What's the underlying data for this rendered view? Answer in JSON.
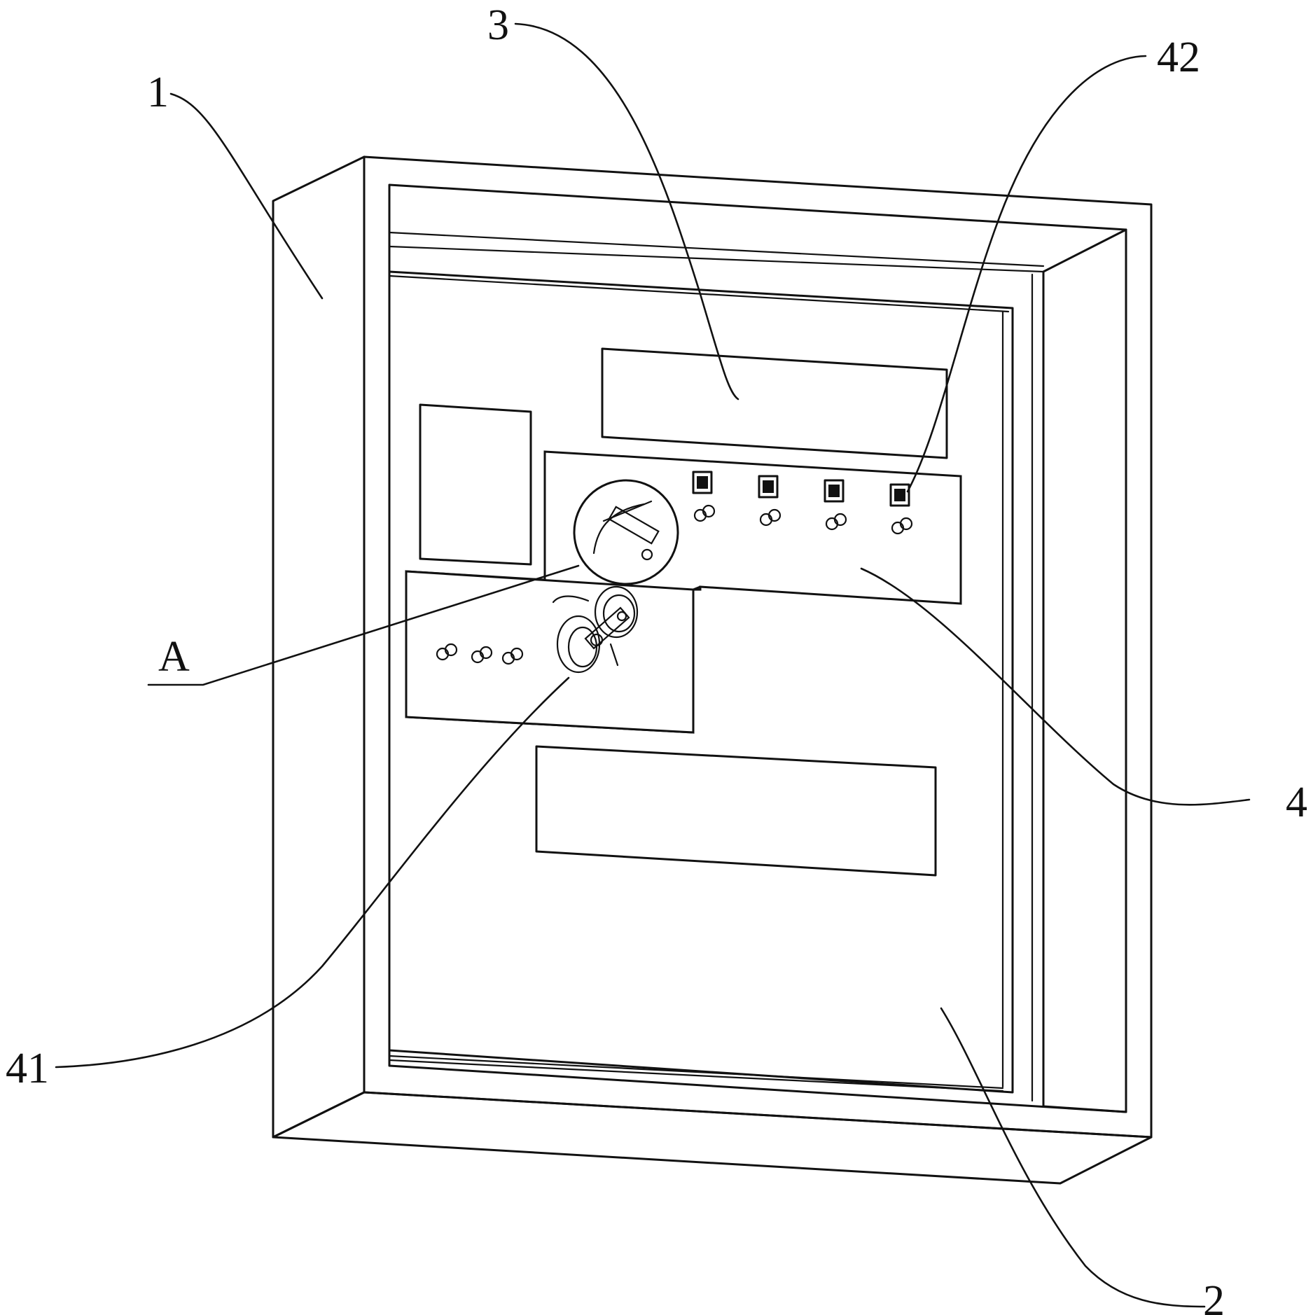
{
  "labels": {
    "cabinet": "1",
    "door": "2",
    "display": "3",
    "panel": "4",
    "knob": "41",
    "indicator": "42",
    "detail": "A"
  }
}
